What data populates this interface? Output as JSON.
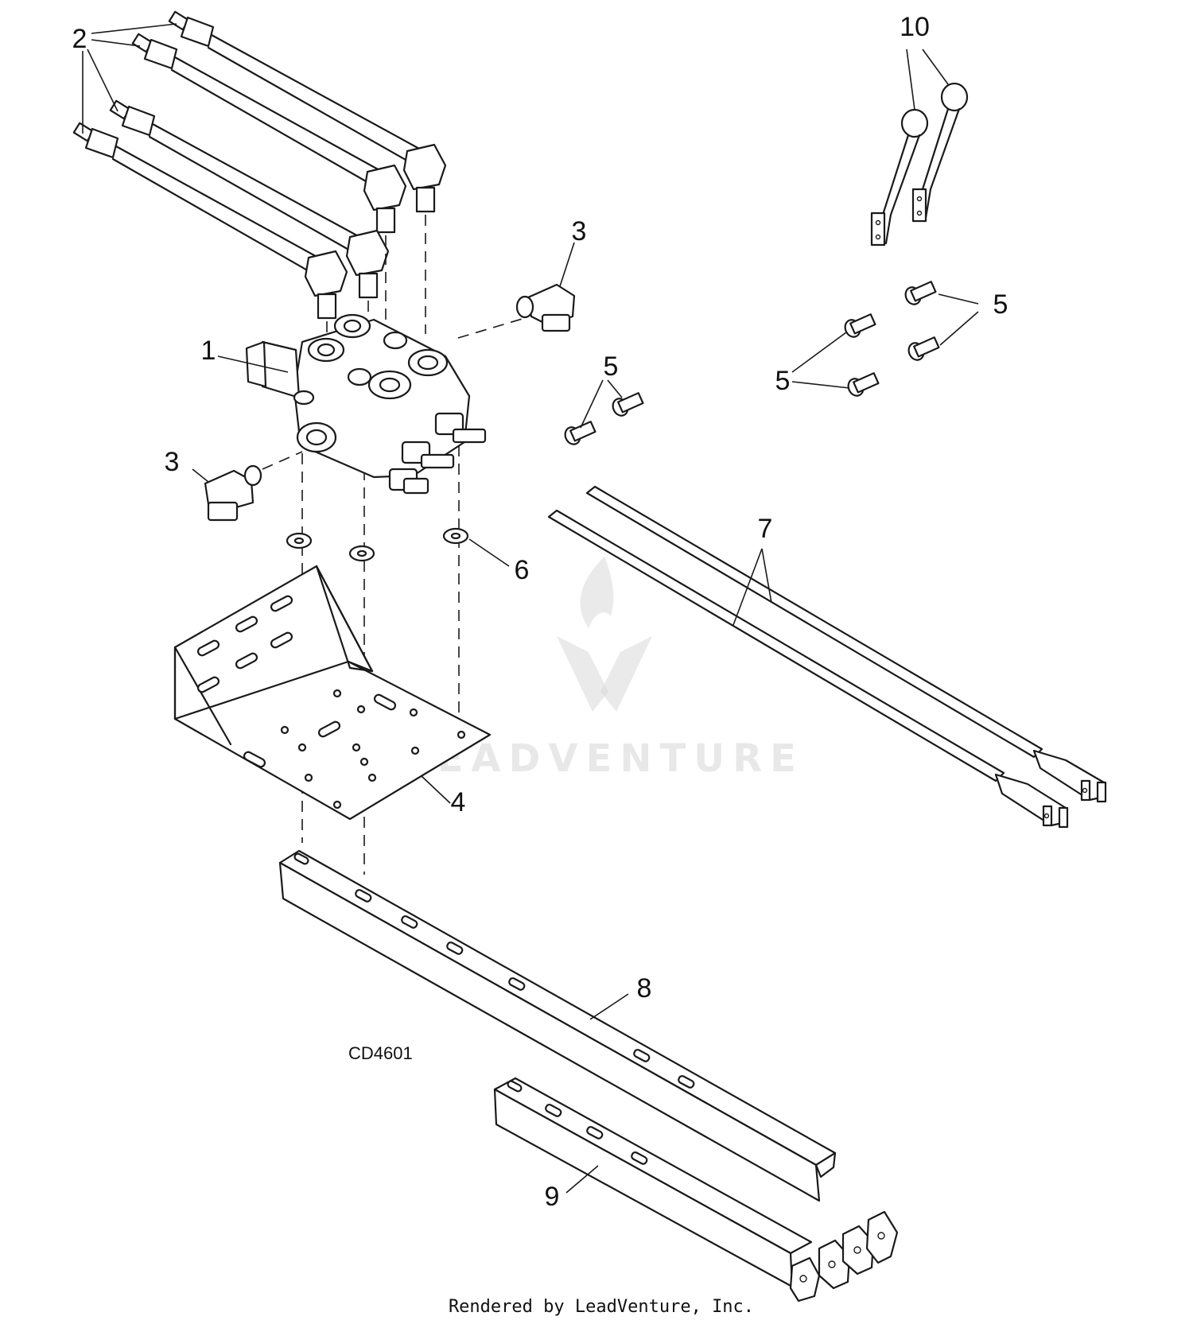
{
  "diagram_code": "CD4601",
  "footer_credit": "Rendered by LeadVenture, Inc.",
  "watermark": {
    "text": "LEADVENTURE",
    "color": "#d9d9d9"
  },
  "callouts": [
    {
      "id": "c10",
      "label": "10"
    },
    {
      "id": "c2",
      "label": "2"
    },
    {
      "id": "c3a",
      "label": "3"
    },
    {
      "id": "c3b",
      "label": "3"
    },
    {
      "id": "c1",
      "label": "1"
    },
    {
      "id": "c5a",
      "label": "5"
    },
    {
      "id": "c5b",
      "label": "5"
    },
    {
      "id": "c5c",
      "label": "5"
    },
    {
      "id": "c6",
      "label": "6"
    },
    {
      "id": "c7",
      "label": "7"
    },
    {
      "id": "c4",
      "label": "4"
    },
    {
      "id": "c8",
      "label": "8"
    },
    {
      "id": "c9",
      "label": "9"
    }
  ]
}
